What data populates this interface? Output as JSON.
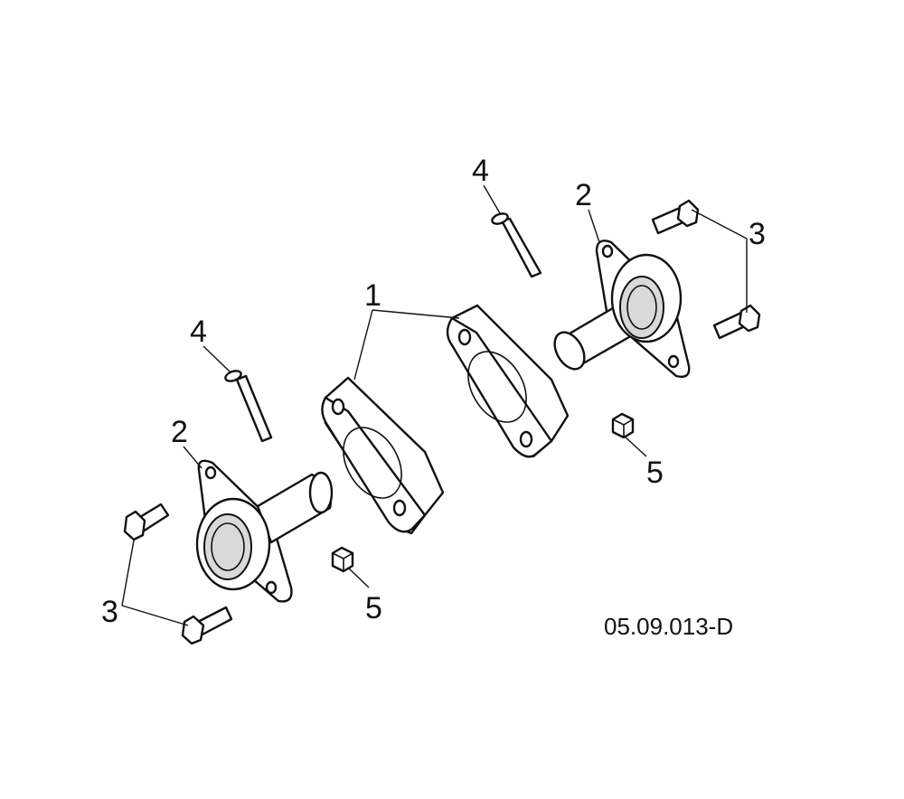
{
  "diagram": {
    "callouts": {
      "spacer": "1",
      "bearing_flange_left": "2",
      "bearing_flange_right": "2",
      "bolt_left": "3",
      "bolt_right": "3",
      "pin_left": "4",
      "pin_right": "4",
      "nut_left": "5",
      "nut_right": "5"
    },
    "figure_code": "05.09.013-D"
  }
}
